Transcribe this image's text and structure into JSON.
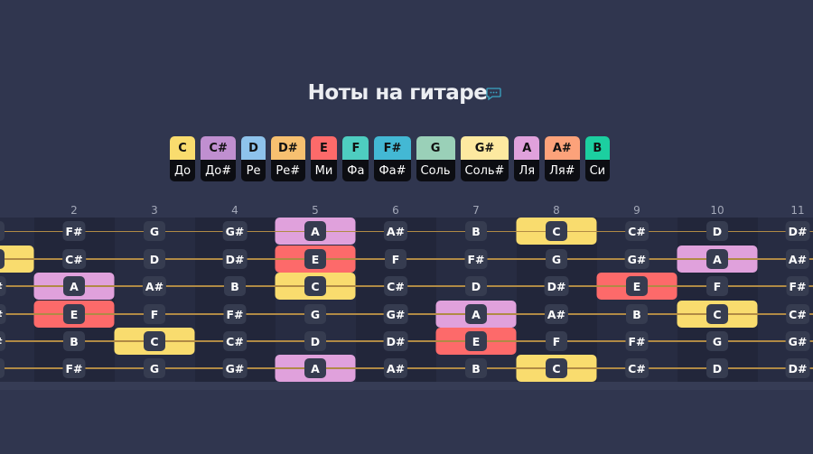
{
  "title": "Ноты на гитаре",
  "comment_icon": "speech-bubble-icon",
  "legend": [
    {
      "note": "C",
      "name": "До",
      "color": "#f9dc6e"
    },
    {
      "note": "C#",
      "name": "До#",
      "color": "#c08fd0"
    },
    {
      "note": "D",
      "name": "Ре",
      "color": "#8ec3ec"
    },
    {
      "note": "D#",
      "name": "Ре#",
      "color": "#f7c070"
    },
    {
      "note": "E",
      "name": "Ми",
      "color": "#fd6a6a"
    },
    {
      "note": "F",
      "name": "Фа",
      "color": "#4ecdc0"
    },
    {
      "note": "F#",
      "name": "Фа#",
      "color": "#43b8d4"
    },
    {
      "note": "G",
      "name": "Соль",
      "color": "#9ad0b8"
    },
    {
      "note": "G#",
      "name": "Соль#",
      "color": "#fde9a0"
    },
    {
      "note": "A",
      "name": "Ля",
      "color": "#e0a1dc"
    },
    {
      "note": "A#",
      "name": "Ля#",
      "color": "#fca27a"
    },
    {
      "note": "B",
      "name": "Си",
      "color": "#1ccfa0"
    }
  ],
  "fret_numbers": [
    "2",
    "3",
    "4",
    "5",
    "6",
    "7",
    "8",
    "9",
    "10",
    "11"
  ],
  "highlighted_notes": [
    "C",
    "E",
    "A"
  ],
  "strings": [
    {
      "notes": [
        "F",
        "F#",
        "G",
        "G#",
        "A",
        "A#",
        "B",
        "C",
        "C#",
        "D",
        "D#"
      ]
    },
    {
      "notes": [
        "C",
        "C#",
        "D",
        "D#",
        "E",
        "F",
        "F#",
        "G",
        "G#",
        "A",
        "A#"
      ]
    },
    {
      "notes": [
        "G#",
        "A",
        "A#",
        "B",
        "C",
        "C#",
        "D",
        "D#",
        "E",
        "F",
        "F#"
      ]
    },
    {
      "notes": [
        "D#",
        "E",
        "F",
        "F#",
        "G",
        "G#",
        "A",
        "A#",
        "B",
        "C",
        "C#"
      ]
    },
    {
      "notes": [
        "A#",
        "B",
        "C",
        "C#",
        "D",
        "D#",
        "E",
        "F",
        "F#",
        "G",
        "G#"
      ]
    },
    {
      "notes": [
        "F",
        "F#",
        "G",
        "G#",
        "A",
        "A#",
        "B",
        "C",
        "C#",
        "D",
        "D#"
      ]
    }
  ]
}
